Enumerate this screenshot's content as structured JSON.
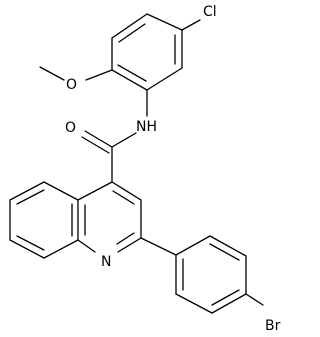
{
  "molecule": {
    "atoms": {
      "cl": "Cl",
      "o_methoxy": "O",
      "o_carbonyl": "O",
      "nh": "NH",
      "n_ring": "N",
      "br": "Br"
    }
  }
}
